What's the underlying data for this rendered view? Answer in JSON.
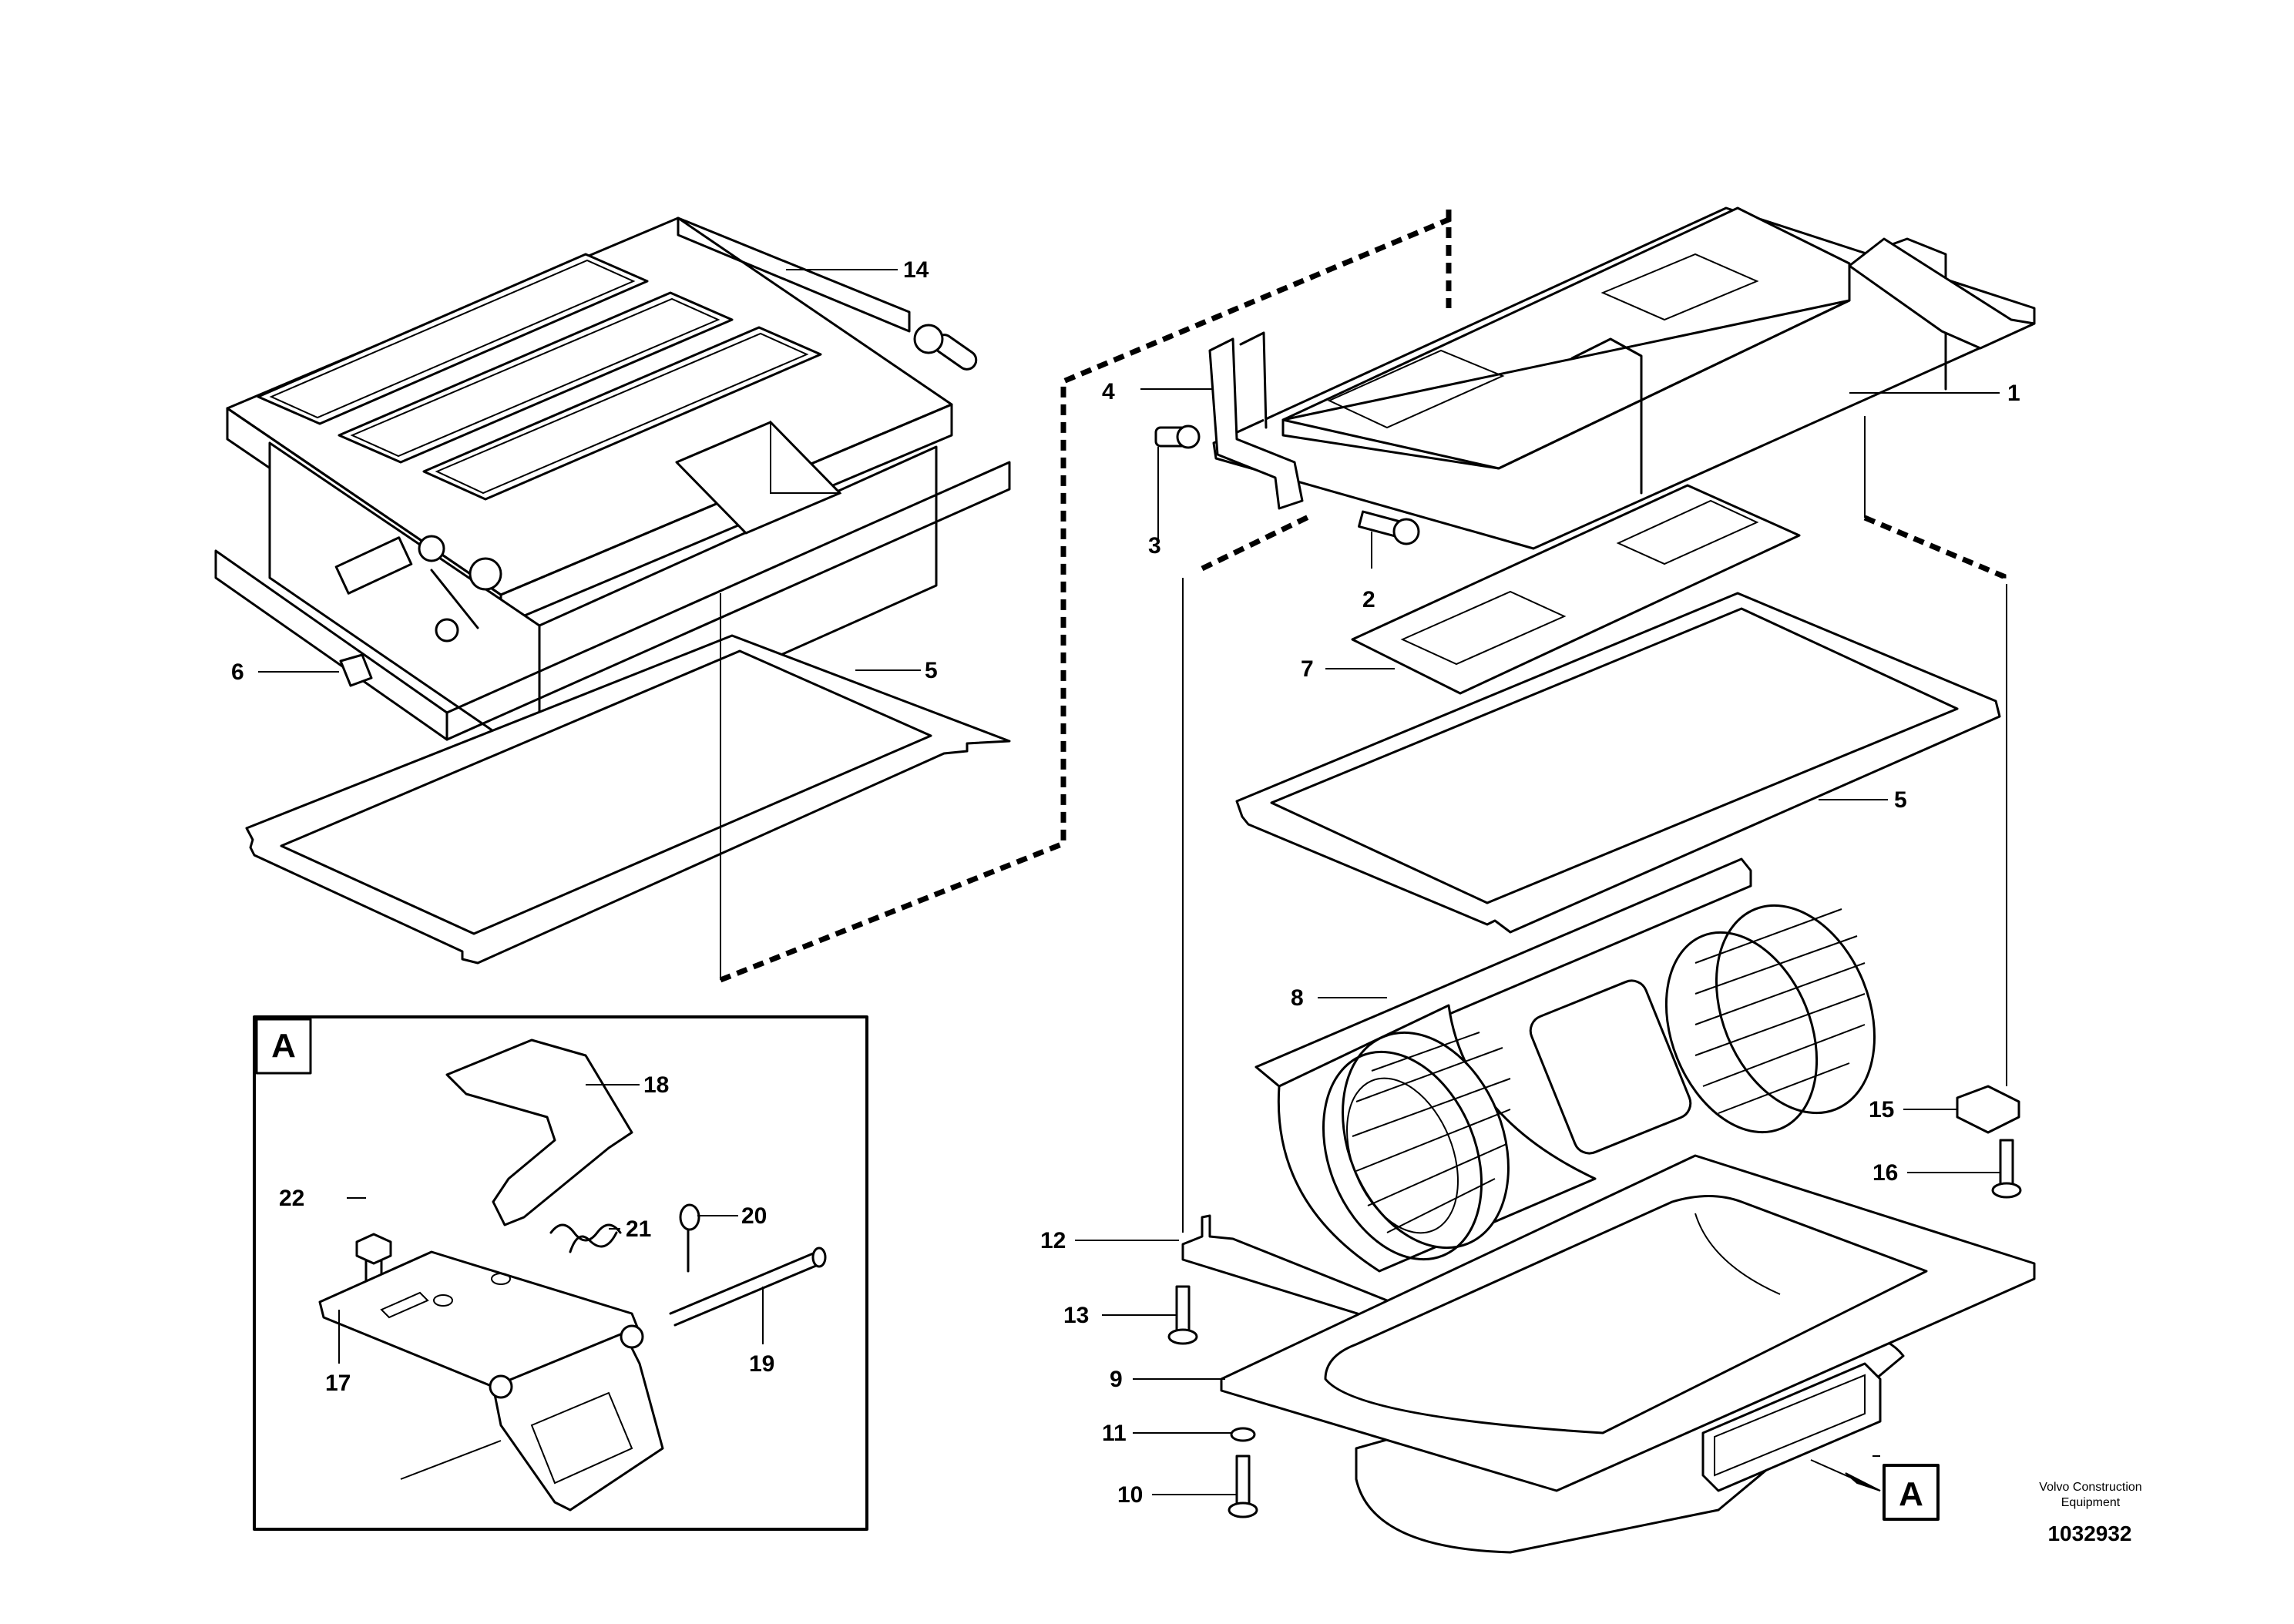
{
  "diagram": {
    "view_marker": "A",
    "inset_label": "A",
    "credit_line1": "Volvo Construction",
    "credit_line2": "Equipment",
    "document_number": "1032932",
    "callouts": [
      {
        "id": "c1",
        "label": "1"
      },
      {
        "id": "c2",
        "label": "2"
      },
      {
        "id": "c3",
        "label": "3"
      },
      {
        "id": "c4",
        "label": "4"
      },
      {
        "id": "c5a",
        "label": "5"
      },
      {
        "id": "c5b",
        "label": "5"
      },
      {
        "id": "c6",
        "label": "6"
      },
      {
        "id": "c7",
        "label": "7"
      },
      {
        "id": "c8",
        "label": "8"
      },
      {
        "id": "c9",
        "label": "9"
      },
      {
        "id": "c10",
        "label": "10"
      },
      {
        "id": "c11",
        "label": "11"
      },
      {
        "id": "c12",
        "label": "12"
      },
      {
        "id": "c13",
        "label": "13"
      },
      {
        "id": "c14",
        "label": "14"
      },
      {
        "id": "c15",
        "label": "15"
      },
      {
        "id": "c16",
        "label": "16"
      },
      {
        "id": "c17",
        "label": "17"
      },
      {
        "id": "c18",
        "label": "18"
      },
      {
        "id": "c19",
        "label": "19"
      },
      {
        "id": "c20",
        "label": "20"
      },
      {
        "id": "c21",
        "label": "21"
      },
      {
        "id": "c22",
        "label": "22"
      }
    ]
  }
}
